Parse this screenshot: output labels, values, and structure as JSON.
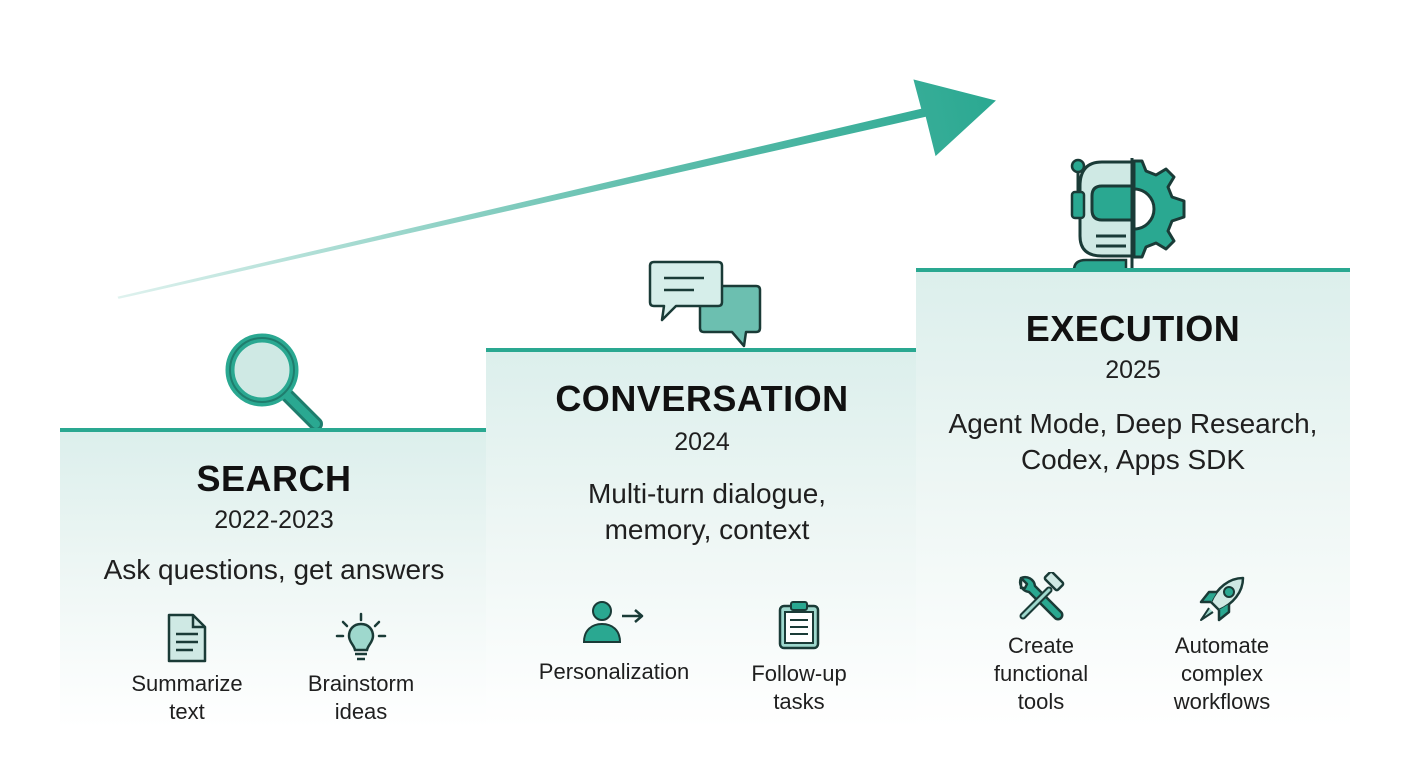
{
  "colors": {
    "accent": "#2aa891",
    "accent_dark": "#1f7d6d",
    "icon_fill": "#cfe9e4",
    "stage_bg": "#e6f3f0"
  },
  "stages": [
    {
      "title": "SEARCH",
      "year": "2022-2023",
      "description": "Ask questions, get answers",
      "icon": "magnifier-icon",
      "features": [
        {
          "label": "Summarize text",
          "icon": "document-icon"
        },
        {
          "label": "Brainstorm ideas",
          "icon": "lightbulb-icon"
        }
      ]
    },
    {
      "title": "CONVERSATION",
      "year": "2024",
      "description": "Multi-turn dialogue, memory, context",
      "icon": "chat-bubbles-icon",
      "features": [
        {
          "label": "Personalization",
          "icon": "user-arrow-icon"
        },
        {
          "label": "Follow-up tasks",
          "icon": "clipboard-icon"
        }
      ]
    },
    {
      "title": "EXECUTION",
      "year": "2025",
      "description": "Agent Mode, Deep Research, Codex, Apps SDK",
      "icon": "robot-gear-icon",
      "features": [
        {
          "label": "Create functional tools",
          "icon": "tools-icon"
        },
        {
          "label": "Automate complex workflows",
          "icon": "rocket-icon"
        }
      ]
    }
  ]
}
